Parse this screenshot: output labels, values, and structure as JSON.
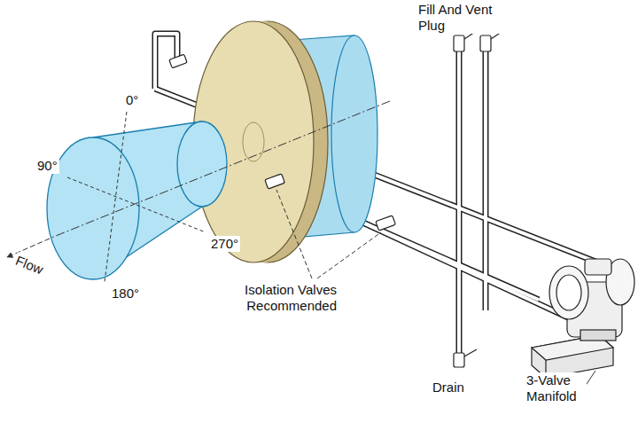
{
  "diagram": {
    "labels": [
      "Fill And Vent Plug",
      "0°",
      "90°",
      "Flow",
      "270°",
      "180°",
      "Isolation Valves Recommended",
      "Drain",
      "3-Valve Manifold"
    ]
  }
}
